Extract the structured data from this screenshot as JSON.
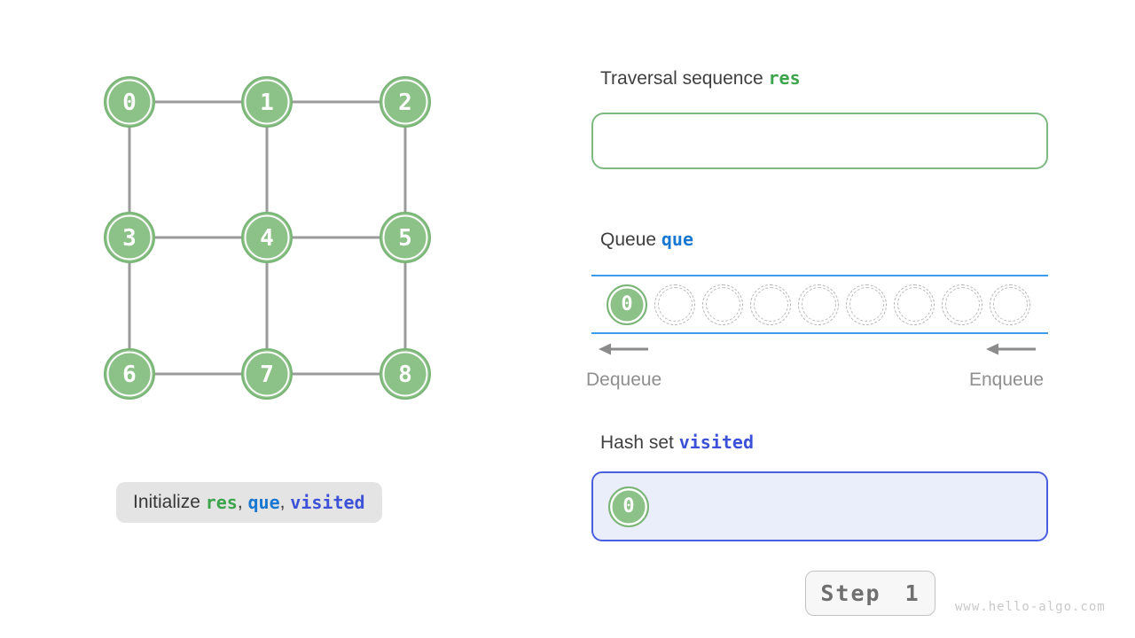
{
  "colors": {
    "node_fill": "#8cc187",
    "node_stroke": "#79b576",
    "edge": "#9b9b9b",
    "res_green": "#3ca44a",
    "que_blue": "#1877d2",
    "visited_indigo": "#3c51d8",
    "queue_line": "#3d9bed",
    "visited_border": "#4a5ee0",
    "visited_bg": "#eaeefb",
    "heading_text": "#3f3f3f",
    "muted_text": "#8f8f8f",
    "arrow": "#8b8b8b",
    "caption_bg": "#e4e4e4",
    "button_text": "#6f6f6f",
    "watermark_text": "#c9c9c9"
  },
  "graph": {
    "nodes": [
      "0",
      "1",
      "2",
      "3",
      "4",
      "5",
      "6",
      "7",
      "8"
    ],
    "edges": [
      [
        0,
        1
      ],
      [
        1,
        2
      ],
      [
        3,
        4
      ],
      [
        4,
        5
      ],
      [
        6,
        7
      ],
      [
        7,
        8
      ],
      [
        0,
        3
      ],
      [
        3,
        6
      ],
      [
        1,
        4
      ],
      [
        4,
        7
      ],
      [
        2,
        5
      ],
      [
        5,
        8
      ]
    ]
  },
  "caption": {
    "action": "Initialize ",
    "res": "res",
    "sep1": ", ",
    "que": "que",
    "sep2": ", ",
    "visited": "visited"
  },
  "traversal": {
    "label": "Traversal sequence ",
    "var": "res",
    "items": []
  },
  "queue": {
    "label": "Queue ",
    "var": "que",
    "capacity": 9,
    "items": [
      "0"
    ],
    "dequeue_label": "Dequeue",
    "enqueue_label": "Enqueue"
  },
  "visited": {
    "label": "Hash set ",
    "var": "visited",
    "items": [
      "0"
    ]
  },
  "step_button": {
    "label": "Step 1"
  },
  "watermark": "www.hello-algo.com"
}
